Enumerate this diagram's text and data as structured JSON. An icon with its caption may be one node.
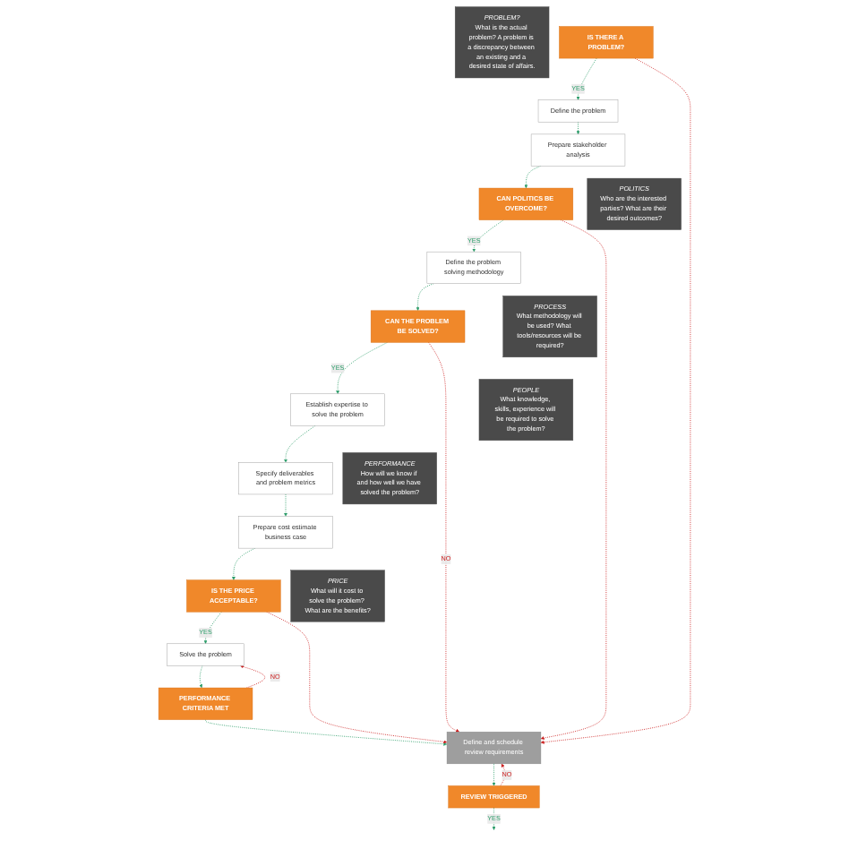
{
  "diagram": {
    "nodes": [
      {
        "text": [
          "PROBLEM?",
          "What is the actual problem? A problem is a discrepancy between an existing and a desired state of affairs."
        ]
      },
      {
        "text": [
          "IS THERE A PROBLEM?"
        ]
      },
      {
        "text": [
          "Define the problem"
        ]
      },
      {
        "text": [
          "Prepare stakeholder analysis"
        ]
      },
      {
        "text": [
          "POLITICS",
          "Who are the interested parties? What are their desired outcomes?"
        ]
      },
      {
        "text": [
          "CAN POLITICS BE OVERCOME?"
        ]
      },
      {
        "text": [
          "Define the problem solving methodology"
        ]
      },
      {
        "text": [
          "PROCESS",
          "What methodology will be used? What tools/resources will be required?"
        ]
      },
      {
        "text": [
          "CAN THE PROBLEM BE SOLVED?"
        ]
      },
      {
        "text": [
          "PEOPLE",
          "What knowledge, skills, experience will be required to solve the problem?"
        ]
      },
      {
        "text": [
          "Establish expertise to solve the problem"
        ]
      },
      {
        "text": [
          "PERFORMANCE",
          "How will we know if and how well we have solved the problem?"
        ]
      },
      {
        "text": [
          "Specify deliverables and problem metrics"
        ]
      },
      {
        "text": [
          "Prepare cost estimate business case"
        ]
      },
      {
        "text": [
          "PRICE",
          "What will it cost to solve the problem? What are the benefits?"
        ]
      },
      {
        "text": [
          "IS THE PRICE ACCEPTABLE?"
        ]
      },
      {
        "text": [
          "Solve the problem"
        ]
      },
      {
        "text": [
          "PERFORMANCE CRITERIA MET"
        ]
      },
      {
        "text": [
          "Define and schedule review requirements"
        ]
      },
      {
        "text": [
          "REVIEW TRIGGERED"
        ]
      }
    ],
    "edges": [
      {
        "from": 1,
        "to": 2,
        "arrow": "to",
        "label": "YES",
        "style": "dashed"
      },
      {
        "from": 2,
        "to": 3,
        "arrow": "to",
        "style": "dashed"
      },
      {
        "from": 3,
        "to": 5,
        "arrow": "to",
        "style": "dashed"
      },
      {
        "from": 5,
        "to": 6,
        "arrow": "to",
        "label": "YES",
        "style": "dashed"
      },
      {
        "from": 6,
        "to": 8,
        "arrow": "to",
        "style": "dashed"
      },
      {
        "from": 8,
        "to": 10,
        "arrow": "to",
        "label": "YES",
        "style": "dashed"
      },
      {
        "from": 10,
        "to": 12,
        "arrow": "to",
        "style": "dashed"
      },
      {
        "from": 12,
        "to": 13,
        "arrow": "to",
        "style": "dashed"
      },
      {
        "from": 13,
        "to": 15,
        "arrow": "to",
        "style": "dashed"
      },
      {
        "from": 15,
        "to": 16,
        "arrow": "to",
        "label": "YES",
        "style": "dashed"
      },
      {
        "from": 16,
        "to": 17,
        "arrow": "to",
        "style": "dashed"
      },
      {
        "from": 17,
        "to": 18,
        "arrow": "to",
        "style": "dashed"
      },
      {
        "from": 18,
        "to": 19,
        "arrow": "to",
        "style": "dashed"
      },
      {
        "from": 19,
        "to": null,
        "arrow": "to",
        "label": "YES",
        "style": "dashed"
      },
      {
        "from": 17,
        "to": 16,
        "arrow": "to",
        "label": "NO",
        "style": "dashed",
        "color": "#cc1f1f"
      },
      {
        "from": 19,
        "to": 18,
        "arrow": "to",
        "label": "NO",
        "style": "dashed",
        "color": "#cc1f1f"
      },
      {
        "from": 1,
        "to": 18,
        "arrow": "to",
        "style": "dashed",
        "color": "#cc1f1f"
      },
      {
        "from": 5,
        "to": 18,
        "arrow": "to",
        "style": "dashed",
        "color": "#cc1f1f"
      },
      {
        "from": 8,
        "to": 18,
        "arrow": "to",
        "label": "NO",
        "style": "dashed",
        "color": "#cc1f1f"
      },
      {
        "from": 15,
        "to": 18,
        "arrow": "to",
        "style": "dashed",
        "color": "#cc1f1f"
      }
    ]
  }
}
